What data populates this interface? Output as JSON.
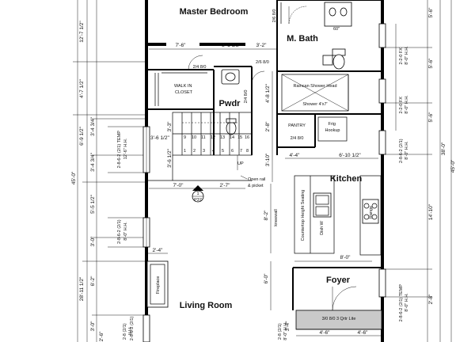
{
  "rooms": {
    "master_bedroom": "Master Bedroom",
    "m_bath": "M. Bath",
    "walk_in_closet": "WALK IN\nCLOSET",
    "powder": "Pwdr",
    "pantry": "PANTRY",
    "kitchen": "Kitchen",
    "foyer": "Foyer",
    "living_room": "Living Room",
    "fireplace": "Fireplace"
  },
  "labels": {
    "shower_head": "Raincan Shower Head",
    "shower_size": "Shower 4'x7'",
    "frig": "Frig\nHookup",
    "countertop": "Countertop Height Seating",
    "dish_washer": "Dish W",
    "range": "Range",
    "kneewall": "kneewall",
    "open_rail": "Open rail\n& picket",
    "stair_up": "UP",
    "section_tag_top": "1",
    "section_tag_bottom": "P37",
    "entry_door": "3/0 8/0 3 Qrtr Lite",
    "bath_door": "2/6 8/0",
    "vanity_mark": "60\""
  },
  "stair_steps": [
    "9",
    "10",
    "11",
    "12",
    "1",
    "2",
    "3",
    "4",
    "5",
    "6",
    "7",
    "8",
    "13",
    "14",
    "15",
    "16"
  ],
  "dimensions": {
    "left_outer": [
      "12'-7 1/2\"",
      "4'-7 1/2\"",
      "45'-0\"",
      "6'-9 1/2\"",
      "28'-11 1/2\""
    ],
    "left_inner": [
      "3'-4 3/4\"",
      "3'-4 3/4\"",
      "5'-5 1/2\"",
      "3'-0\"",
      "6'-2\"",
      "3'-0\""
    ],
    "left_windows": [
      "2-8-6-2 (2/1) TEMP\n12'-6\" H.H.",
      "2-8-6-2 (2/1)\n8'-0\" H.H.",
      "2-8-6-2 (2/1)"
    ],
    "closet_top": [
      "7'-6\"",
      "3'-1 1/2\"",
      "3'-2\""
    ],
    "closet_door": "2/4 8/0",
    "pwdr_doors": [
      "2/6 8/0",
      "2/4 8/0"
    ],
    "bath_vertical": [
      "4'-8 1/2\"",
      "2'-8\"",
      "3'-10\""
    ],
    "stair_widths": [
      "3'-6 1/2\"",
      "3'-3\"",
      "3'-6 1/2\""
    ],
    "pantry_door": "2/4 8/0",
    "pantry_width": "4'-4\"",
    "kitchen_width": "6'-10 1/2\"",
    "hall_widths": [
      "7'-0\"",
      "2'-7\""
    ],
    "kitchen_height": "8'-2\"",
    "island_width": "8'-0\"",
    "foyer_height": "6'-0\"",
    "fireplace_width": "2'-4\"",
    "foyer_bottom": [
      "3'-4\"",
      "4'-6\"",
      "4'-6\""
    ],
    "bottom_left": "2'-6\"",
    "bottom_tags": [
      "2-8 (2/1)\n8'-0\" H.H.",
      "2-8 (2/1)\nH.H."
    ],
    "right_windows": [
      "2-2-0 FX\n8'-0\" H.H.",
      "2-2-0 FX\n8'-0\" H.H.",
      "2-8-6-2 (2/1)\n8'-0\" H.H.",
      "2-8-6-2 (2/1) TEMP\n8'-0\" H.H."
    ],
    "right_segments": [
      "5'-6\"",
      "5'-6\"",
      "5'-6\"",
      "14'-10\"",
      "2'-8\""
    ],
    "right_outer": [
      "38'-0\"",
      "45'-0\""
    ]
  }
}
